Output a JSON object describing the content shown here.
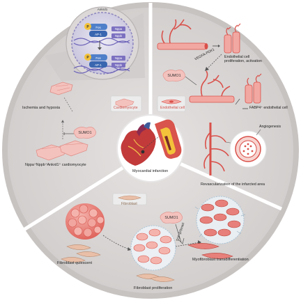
{
  "center": {
    "label": "Myocardial infarction"
  },
  "sumo": {
    "label": "SUMO1"
  },
  "panel_top_left": {
    "nucleus_gene": "Ankrd1",
    "tf_top": "Fos",
    "tf_bottom": "Jun",
    "complex": "AP-1",
    "p_badge": "P",
    "gene_box_1": "Nppa",
    "gene_box_2": "Nppb",
    "stress": "Ischemia and hypoxia",
    "cell_tag": "Cardiomyocyte",
    "result": "Nppa⁺Nppb⁺Ankrd1⁺ cardiomyocyte"
  },
  "panel_top_right": {
    "pathway": "VEGFA-PDK1",
    "effect": "Endothelial cell\nproliferation, activation",
    "cell_tag": "Endothelial cell",
    "fabp4": "FABP4⁺ endothelial cell",
    "angio": "Angiogenesis",
    "revasc": "Revascularization of the infarcted area"
  },
  "panel_bottom": {
    "cell_tag": "Fibroblast",
    "quiescent": "Fibroblast quiescent",
    "proliferation": "Fibroblast proliferation",
    "pathway": "TGF-β/Smad",
    "transdiff": "Myofibroblast transdifferentiation"
  },
  "colors": {
    "sector_bg": "#d7d4d3",
    "outer_ring": "#bcb8b6",
    "cell_pink": "#f4c2bd",
    "cell_red": "#e0625a",
    "vessel_red": "#d9504a",
    "nucleus_purple": "#6c63b8",
    "tf_blue": "#4f7fc9",
    "p_yellow": "#f3c23a"
  }
}
